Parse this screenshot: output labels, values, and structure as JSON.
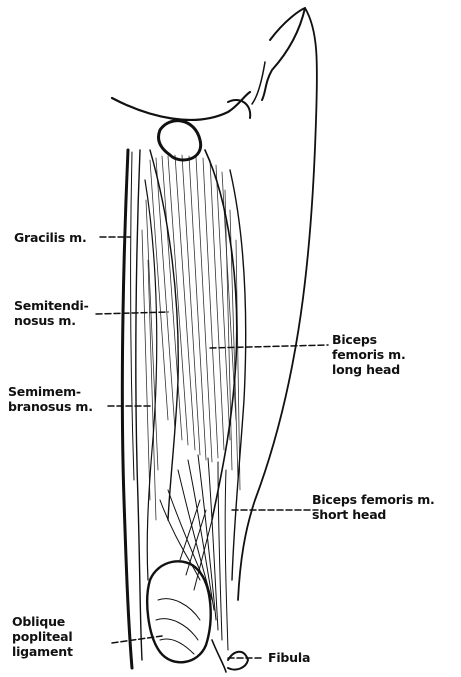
{
  "labels": {
    "gracilis": "Gracilis m.",
    "semitendinosus": "Semitendi-\nnosus m.",
    "semimembranosus": "Semimem-\nbranosus m.",
    "biceps_long": "Biceps\nfemoris m.\nlong head",
    "biceps_short": "Biceps femoris m.\nshort head",
    "oblique_popliteal": "Oblique\npopliteal\nligament",
    "fibula": "Fibula"
  },
  "colors": {
    "ink": "#111111",
    "background": "#ffffff"
  }
}
